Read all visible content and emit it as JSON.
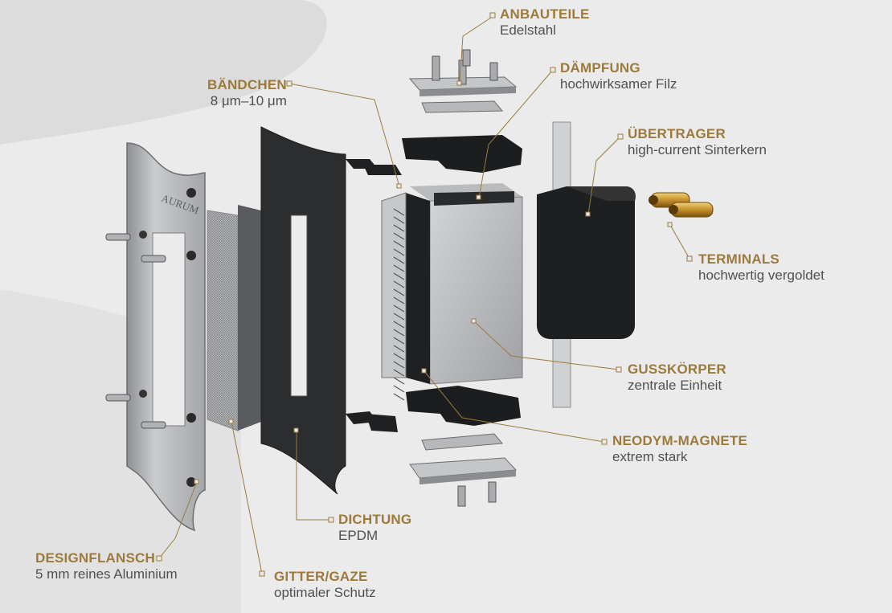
{
  "brand_engraving": "AURUM",
  "colors": {
    "accent": "#9c7a3c",
    "text": "#505050",
    "background": "#ebebeb"
  },
  "labels": {
    "anbauteile": {
      "title": "ANBAUTEILE",
      "sub": "Edelstahl"
    },
    "daempfung": {
      "title": "DÄMPFUNG",
      "sub": "hochwirksamer Filz"
    },
    "baendchen": {
      "title": "BÄNDCHEN",
      "sub": "8 μm–10 μm"
    },
    "uebertrager": {
      "title": "ÜBERTRAGER",
      "sub": "high-current Sinterkern"
    },
    "terminals": {
      "title": "TERMINALS",
      "sub": "hochwertig vergoldet"
    },
    "gusskoerper": {
      "title": "GUSSKÖRPER",
      "sub": "zentrale Einheit"
    },
    "neodym": {
      "title": "NEODYM-MAGNETE",
      "sub": "extrem stark"
    },
    "dichtung": {
      "title": "DICHTUNG",
      "sub": "EPDM"
    },
    "designflansch": {
      "title": "DESIGNFLANSCH",
      "sub": "5 mm reines Aluminium"
    },
    "gitter": {
      "title": "GITTER/GAZE",
      "sub": "optimaler Schutz"
    }
  }
}
